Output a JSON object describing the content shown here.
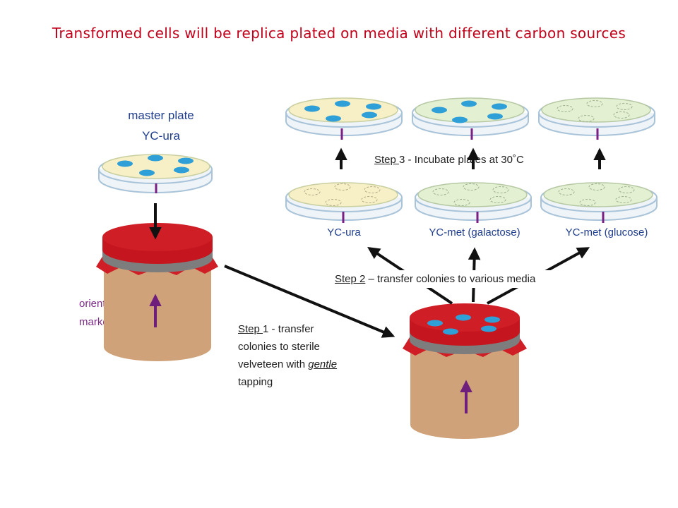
{
  "title": "Transformed cells will be replica plated on media with different carbon sources",
  "master_plate": {
    "line1": "master plate",
    "line2": "YC-ura"
  },
  "orientation": {
    "line1": "orientation",
    "line2": "marker"
  },
  "step1": {
    "lead": "Step ",
    "num_text": "1 - transfer",
    "line2": "colonies to sterile",
    "line3_pre": "velveteen with ",
    "line3_em": "gentle",
    "line4": "tapping"
  },
  "step2": {
    "lead": "Step 2",
    "rest": " – transfer colonies to various media"
  },
  "step3": {
    "lead": "Step ",
    "rest": "3 - Incubate plates at 30˚C"
  },
  "media": [
    "YC-ura",
    "YC-met (galactose)",
    "YC-met (glucose)"
  ],
  "colors": {
    "title": "#c0001a",
    "label_blue": "#1f3d8c",
    "marker_purple": "#7a2a86",
    "jar_red": "#d01e26",
    "jar_tan": "#cfa27a",
    "band_gray": "#7d7d7d",
    "colony_blue": "#2f9fd8",
    "plate_yellow": "#f7efc6",
    "plate_green": "#e4f0d2"
  }
}
